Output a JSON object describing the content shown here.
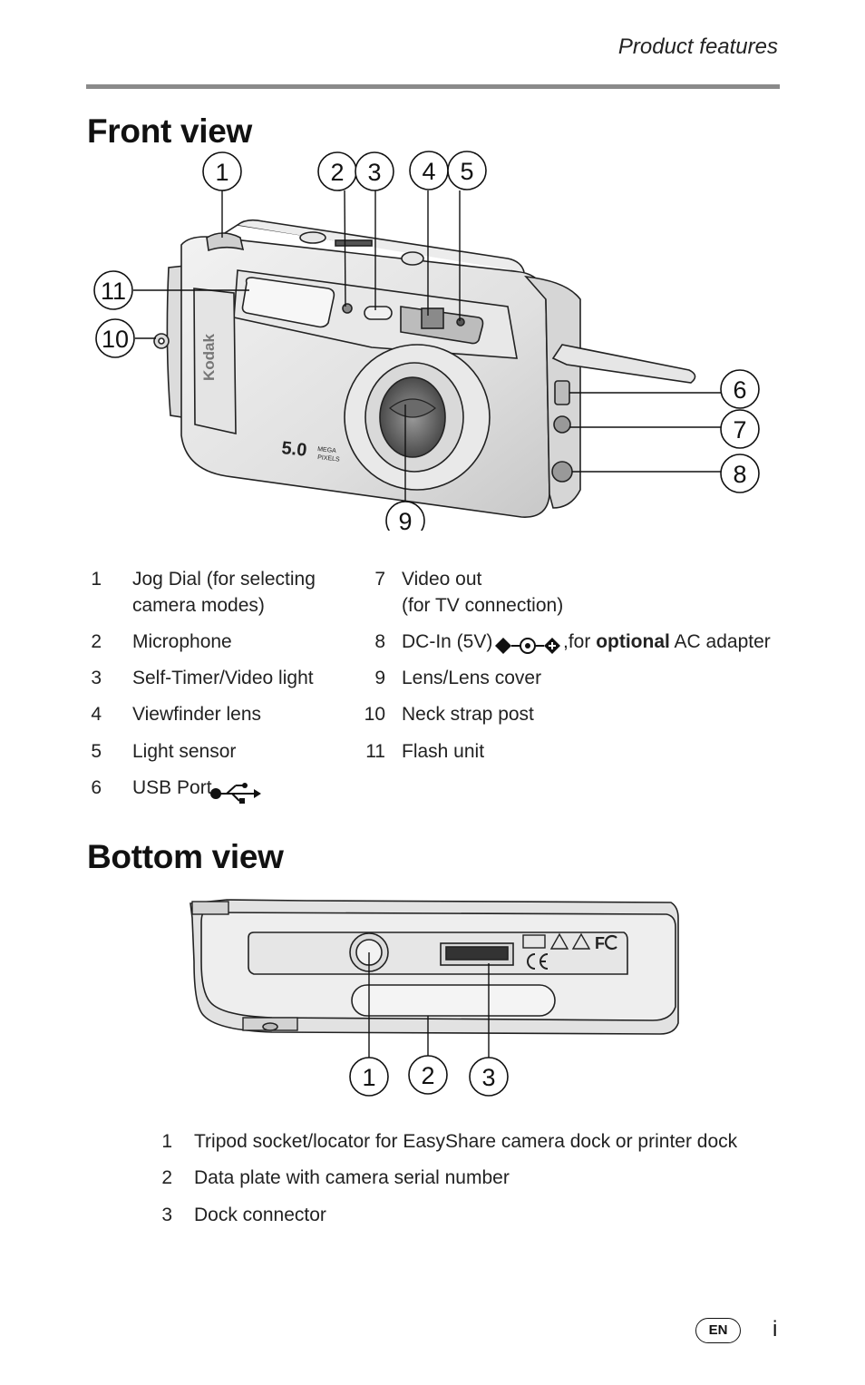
{
  "header": {
    "running_head": "Product features"
  },
  "front": {
    "title": "Front view",
    "callouts": [
      "1",
      "2",
      "3",
      "4",
      "5",
      "6",
      "7",
      "8",
      "9",
      "10",
      "11"
    ],
    "brand": "Kodak",
    "badge_number": "5.0",
    "badge_mega": "MEGA",
    "badge_pixels": "PIXELS",
    "legend_left": [
      {
        "num": "1",
        "text": "Jog Dial (for selecting",
        "text2": "camera modes)"
      },
      {
        "num": "2",
        "text": "Microphone"
      },
      {
        "num": "3",
        "text": "Self-Timer/Video light"
      },
      {
        "num": "4",
        "text": "Viewfinder lens"
      },
      {
        "num": "5",
        "text": "Light sensor"
      },
      {
        "num": "6",
        "text": "USB Port"
      }
    ],
    "legend_right": [
      {
        "num": "7",
        "text": "Video out",
        "text2": "(for TV connection)"
      },
      {
        "num": "8",
        "text_pre": "DC-In (5V)",
        "text_mid": ",for ",
        "text_bold": "optional",
        "text_post": " AC adapter"
      },
      {
        "num": "9",
        "text": "Lens/Lens cover"
      },
      {
        "num": "10",
        "text": "Neck strap post"
      },
      {
        "num": "11",
        "text": "Flash unit"
      }
    ]
  },
  "bottom": {
    "title": "Bottom view",
    "callouts": [
      "1",
      "2",
      "3"
    ],
    "legend": [
      {
        "num": "1",
        "text": "Tripod socket/locator for EasyShare camera dock or printer dock"
      },
      {
        "num": "2",
        "text": "Data plate with camera serial number"
      },
      {
        "num": "3",
        "text": "Dock connector"
      }
    ]
  },
  "footer": {
    "language_badge": "EN",
    "page_number": "i"
  },
  "icons": [
    "usb-icon",
    "dc-polarity-icon",
    "ce-mark-icon",
    "fcc-icon",
    "warning-icon"
  ]
}
